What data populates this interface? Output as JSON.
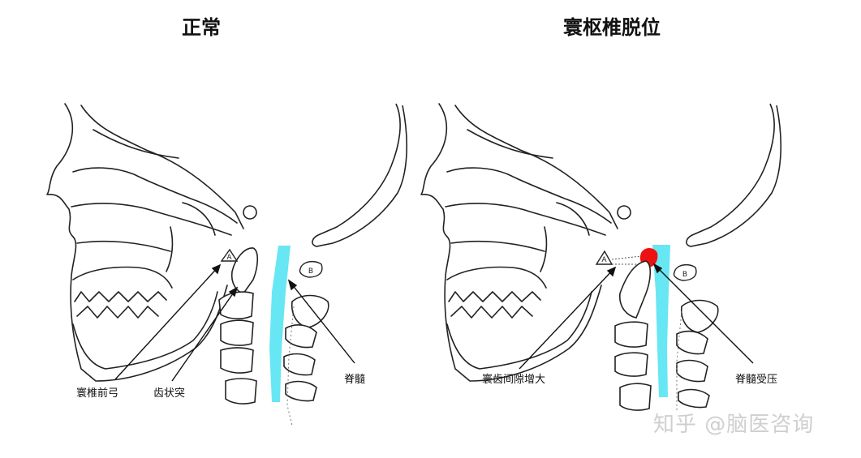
{
  "panels": {
    "left": {
      "title": "正常",
      "labels": {
        "atlas_anterior_arch": "寰椎前弓",
        "odontoid": "齿状突",
        "spinal_cord": "脊髓"
      }
    },
    "right": {
      "title": "寰枢椎脱位",
      "labels": {
        "atlantodental_gap": "寰齿间隙增大",
        "cord_compression": "脊髓受压"
      }
    }
  },
  "markers": {
    "a": "A",
    "b": "B"
  },
  "watermark": "知乎 @脑医咨询",
  "colors": {
    "spinal_cord": "#5fe6f2",
    "compression": "#ee1111",
    "line": "#222222"
  }
}
